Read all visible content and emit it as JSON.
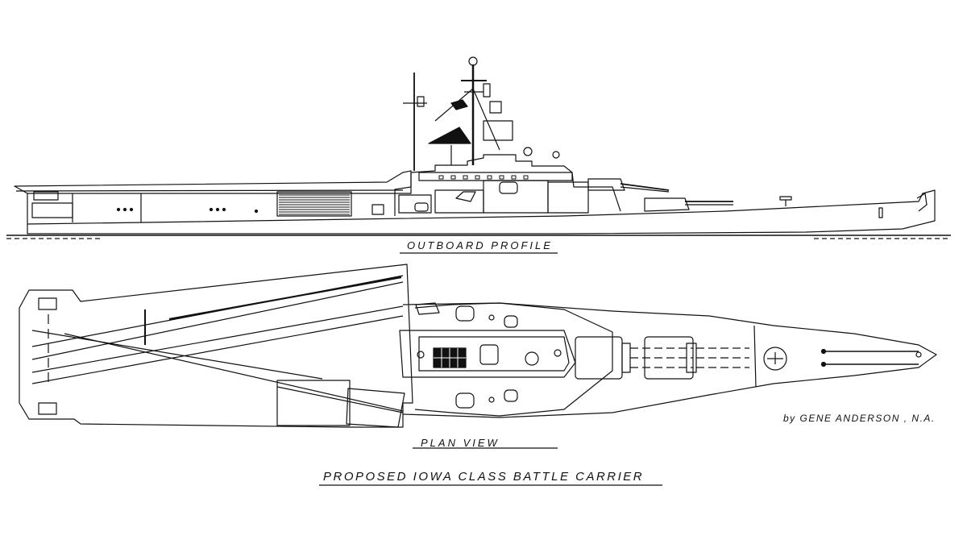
{
  "labels": {
    "outboard_profile": "OUTBOARD PROFILE",
    "plan_view": "PLAN VIEW",
    "title": "PROPOSED IOWA CLASS BATTLE CARRIER",
    "signature": "by GENE ANDERSON , N.A."
  },
  "colors": {
    "ink": "#111111",
    "paper": "#ffffff"
  }
}
